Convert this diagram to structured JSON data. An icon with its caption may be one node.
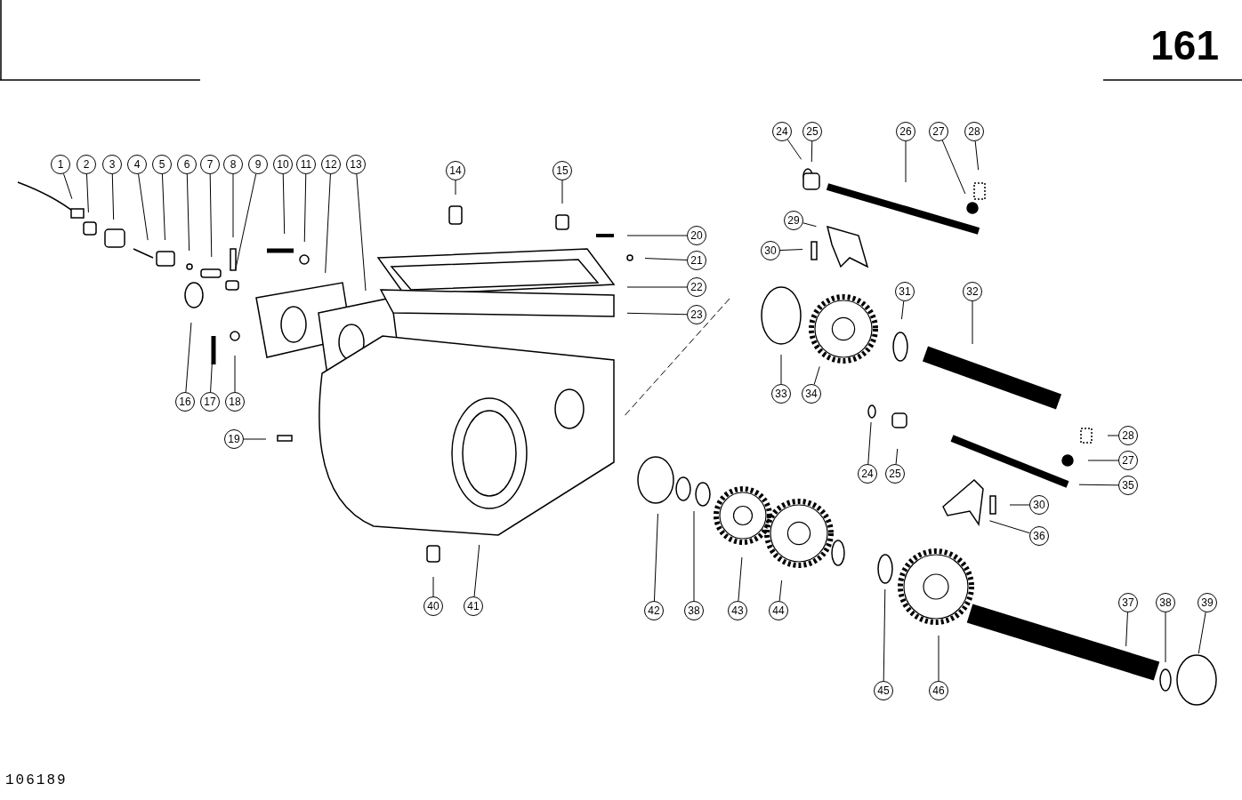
{
  "diagram": {
    "nodes": [
      {
        "text": [
          "24"
        ]
      },
      {
        "text": [
          "25"
        ]
      },
      {
        "text": [
          "26"
        ]
      },
      {
        "text": [
          "27"
        ]
      },
      {
        "text": [
          "28"
        ]
      },
      {
        "text": [
          "1"
        ]
      },
      {
        "text": [
          "2"
        ]
      },
      {
        "text": [
          "3"
        ]
      },
      {
        "text": [
          "4"
        ]
      },
      {
        "text": [
          "5"
        ]
      },
      {
        "text": [
          "6"
        ]
      },
      {
        "text": [
          "7"
        ]
      },
      {
        "text": [
          "8"
        ]
      },
      {
        "text": [
          "9"
        ]
      },
      {
        "text": [
          "10"
        ]
      },
      {
        "text": [
          "11"
        ]
      },
      {
        "text": [
          "12"
        ]
      },
      {
        "text": [
          "13"
        ]
      },
      {
        "text": [
          "14"
        ]
      },
      {
        "text": [
          "15"
        ]
      },
      {
        "text": [
          "29"
        ]
      },
      {
        "text": [
          "20"
        ]
      },
      {
        "text": [
          "30"
        ]
      },
      {
        "text": [
          "21"
        ]
      },
      {
        "text": [
          "22"
        ]
      },
      {
        "text": [
          "31"
        ]
      },
      {
        "text": [
          "32"
        ]
      },
      {
        "text": [
          "23"
        ]
      },
      {
        "text": [
          "33"
        ]
      },
      {
        "text": [
          "34"
        ]
      },
      {
        "text": [
          "16"
        ]
      },
      {
        "text": [
          "17"
        ]
      },
      {
        "text": [
          "18"
        ]
      },
      {
        "text": [
          "19"
        ]
      },
      {
        "text": [
          "28"
        ]
      },
      {
        "text": [
          "27"
        ]
      },
      {
        "text": [
          "24"
        ]
      },
      {
        "text": [
          "25"
        ]
      },
      {
        "text": [
          "35"
        ]
      },
      {
        "text": [
          "30"
        ]
      },
      {
        "text": [
          "36"
        ]
      },
      {
        "text": [
          "40"
        ]
      },
      {
        "text": [
          "41"
        ]
      },
      {
        "text": [
          "42"
        ]
      },
      {
        "text": [
          "38"
        ]
      },
      {
        "text": [
          "43"
        ]
      },
      {
        "text": [
          "44"
        ]
      },
      {
        "text": [
          "37"
        ]
      },
      {
        "text": [
          "38"
        ]
      },
      {
        "text": [
          "39"
        ]
      },
      {
        "text": [
          "45"
        ]
      },
      {
        "text": [
          "46"
        ]
      }
    ],
    "edges": [
      {
        "from": 0,
        "to": null,
        "arrow": "none"
      },
      {
        "from": 1,
        "to": null,
        "arrow": "none"
      },
      {
        "from": 2,
        "to": null,
        "arrow": "none"
      },
      {
        "from": 3,
        "to": null,
        "arrow": "none"
      },
      {
        "from": 4,
        "to": null,
        "arrow": "none"
      },
      {
        "from": 5,
        "to": null,
        "arrow": "none"
      },
      {
        "from": 6,
        "to": null,
        "arrow": "none"
      },
      {
        "from": 7,
        "to": null,
        "arrow": "none"
      },
      {
        "from": 8,
        "to": null,
        "arrow": "none"
      },
      {
        "from": 9,
        "to": null,
        "arrow": "none"
      },
      {
        "from": 10,
        "to": null,
        "arrow": "none"
      },
      {
        "from": 11,
        "to": null,
        "arrow": "none"
      },
      {
        "from": 12,
        "to": null,
        "arrow": "none"
      },
      {
        "from": 13,
        "to": null,
        "arrow": "none"
      },
      {
        "from": 14,
        "to": null,
        "arrow": "none"
      },
      {
        "from": 15,
        "to": null,
        "arrow": "none"
      },
      {
        "from": 16,
        "to": null,
        "arrow": "none"
      },
      {
        "from": 17,
        "to": null,
        "arrow": "none"
      },
      {
        "from": 18,
        "to": null,
        "arrow": "none"
      },
      {
        "from": 19,
        "to": null,
        "arrow": "none"
      },
      {
        "from": 20,
        "to": null,
        "arrow": "none"
      },
      {
        "from": 21,
        "to": null,
        "arrow": "none"
      },
      {
        "from": 22,
        "to": null,
        "arrow": "none"
      },
      {
        "from": 23,
        "to": null,
        "arrow": "none"
      },
      {
        "from": 24,
        "to": null,
        "arrow": "none"
      },
      {
        "from": 25,
        "to": null,
        "arrow": "none"
      },
      {
        "from": 26,
        "to": null,
        "arrow": "none"
      },
      {
        "from": 27,
        "to": null,
        "arrow": "none"
      },
      {
        "from": 28,
        "to": null,
        "arrow": "none"
      },
      {
        "from": 29,
        "to": null,
        "arrow": "none"
      },
      {
        "from": 30,
        "to": null,
        "arrow": "none"
      },
      {
        "from": 31,
        "to": null,
        "arrow": "none"
      },
      {
        "from": 32,
        "to": null,
        "arrow": "none"
      },
      {
        "from": 33,
        "to": null,
        "arrow": "none"
      },
      {
        "from": 34,
        "to": null,
        "arrow": "none"
      },
      {
        "from": 35,
        "to": null,
        "arrow": "none"
      },
      {
        "from": 36,
        "to": null,
        "arrow": "none"
      },
      {
        "from": 37,
        "to": null,
        "arrow": "none"
      },
      {
        "from": 38,
        "to": null,
        "arrow": "none"
      },
      {
        "from": 39,
        "to": null,
        "arrow": "none"
      },
      {
        "from": 40,
        "to": null,
        "arrow": "none"
      },
      {
        "from": 41,
        "to": null,
        "arrow": "none"
      },
      {
        "from": 42,
        "to": null,
        "arrow": "none"
      },
      {
        "from": 43,
        "to": null,
        "arrow": "none"
      },
      {
        "from": 44,
        "to": null,
        "arrow": "none"
      },
      {
        "from": 45,
        "to": null,
        "arrow": "none"
      },
      {
        "from": 46,
        "to": null,
        "arrow": "none"
      },
      {
        "from": 47,
        "to": null,
        "arrow": "none"
      },
      {
        "from": 48,
        "to": null,
        "arrow": "none"
      },
      {
        "from": 49,
        "to": null,
        "arrow": "none"
      },
      {
        "from": 50,
        "to": null,
        "arrow": "none"
      },
      {
        "from": 51,
        "to": null,
        "arrow": "none"
      }
    ],
    "labels": [
      "161",
      "106189"
    ]
  }
}
